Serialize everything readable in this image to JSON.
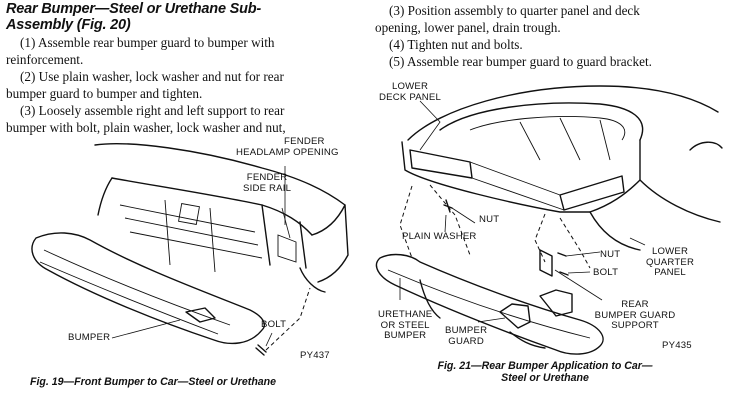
{
  "left_column": {
    "heading_line1": "Rear Bumper—Steel or Urethane Sub-",
    "heading_line2": "Assembly (Fig. 20)",
    "steps": [
      "(1) Assemble rear bumper guard to bumper with",
      "reinforcement.",
      "(2) Use plain washer, lock washer and nut for rear",
      "bumper guard to bumper and tighten.",
      "(3) Loosely assemble right and left support to rear",
      "bumper with bolt, plain washer, lock washer and nut,"
    ]
  },
  "right_column": {
    "steps": [
      "(3) Position assembly to quarter panel and deck",
      "opening, lower panel, drain trough.",
      "(4) Tighten nut and bolts.",
      "(5) Assemble rear bumper guard to guard bracket."
    ]
  },
  "figure19": {
    "labels": {
      "fender_headlamp_1": "FENDER",
      "fender_headlamp_2": "HEADLAMP OPENING",
      "fender_rail_1": "FENDER",
      "fender_rail_2": "SIDE RAIL",
      "bumper": "BUMPER",
      "bolt": "BOLT",
      "code": "PY437"
    },
    "caption": "Fig. 19—Front Bumper to Car—Steel or Urethane"
  },
  "figure21": {
    "labels": {
      "lower_deck_1": "LOWER",
      "lower_deck_2": "DECK PANEL",
      "nut_1": "NUT",
      "plain_washer": "PLAIN WASHER",
      "nut_2": "NUT",
      "bolt": "BOLT",
      "lower_quarter_1": "LOWER",
      "lower_quarter_2": "QUARTER",
      "lower_quarter_3": "PANEL",
      "rear_support_1": "REAR",
      "rear_support_2": "BUMPER GUARD",
      "rear_support_3": "SUPPORT",
      "urethane_1": "URETHANE",
      "urethane_2": "OR STEEL",
      "urethane_3": "BUMPER",
      "guard_1": "BUMPER",
      "guard_2": "GUARD",
      "code": "PY435"
    },
    "caption_line1": "Fig. 21—Rear Bumper Application to Car—",
    "caption_line2": "Steel or Urethane"
  }
}
